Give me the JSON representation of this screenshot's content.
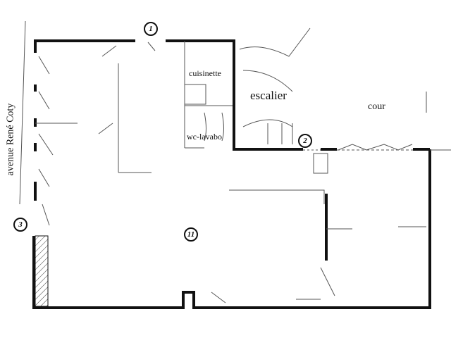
{
  "street_label": "avenue René Coty",
  "rooms": {
    "kitchenette": "cuisinette",
    "staircase": "escalier",
    "wc": "wc-lavabo",
    "courtyard": "cour"
  },
  "markers": {
    "m1": "1",
    "m2": "2",
    "m3": "3",
    "m11": "11"
  },
  "colors": {
    "wall": "#111111",
    "thin": "#555555",
    "hatch": "#444444"
  }
}
